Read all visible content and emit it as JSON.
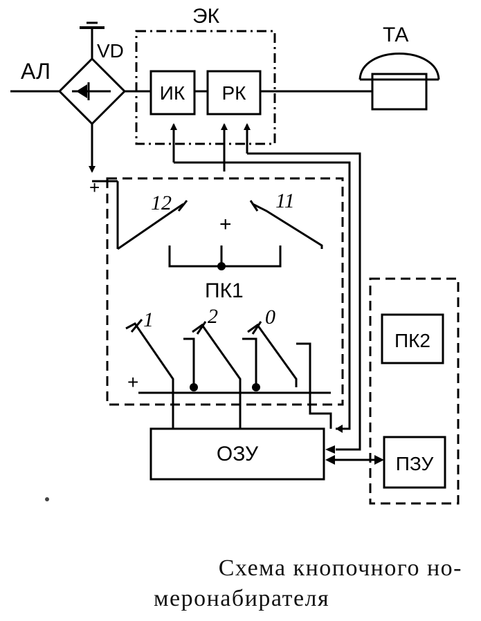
{
  "labels": {
    "al": "АЛ",
    "vd": "VD",
    "ek": "ЭК",
    "ta": "ТА",
    "ik": "ИК",
    "rk": "РК",
    "pk1": "ПК1",
    "pk2": "ПК2",
    "ozu": "ОЗУ",
    "pzu": "ПЗУ",
    "plus_supply": "+",
    "plus_pk1": "+",
    "plus_bottom": "+",
    "key_12": "12",
    "key_11": "11",
    "key_1": "1",
    "key_2": "2",
    "key_0": "0"
  },
  "caption": {
    "line1": "Схема кнопочного но-",
    "line2": "меронабирателя"
  }
}
